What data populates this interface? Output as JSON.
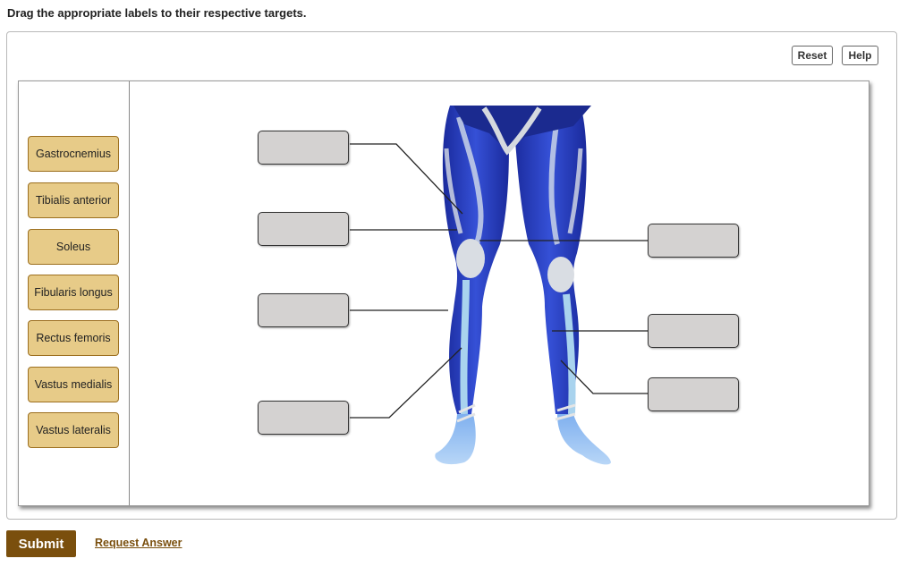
{
  "instruction": "Drag the appropriate labels to their respective targets.",
  "toolbar": {
    "reset_label": "Reset",
    "help_label": "Help"
  },
  "labels": [
    "Gastrocnemius",
    "Tibialis anterior",
    "Soleus",
    "Fibularis longus",
    "Rectus femoris",
    "Vastus medialis",
    "Vastus lateralis"
  ],
  "footer": {
    "submit_label": "Submit",
    "request_answer_label": "Request Answer"
  },
  "colors": {
    "label_fill": "#e7cb88",
    "label_border": "#9c6f1f",
    "target_fill": "#d4d2d1",
    "muscle_blue": "#2a3fc0",
    "tendon_light": "#a9d3ee",
    "submit_brown": "#7a4f0d"
  },
  "figure": {
    "subject": "anterior view of human lower limb muscles"
  }
}
